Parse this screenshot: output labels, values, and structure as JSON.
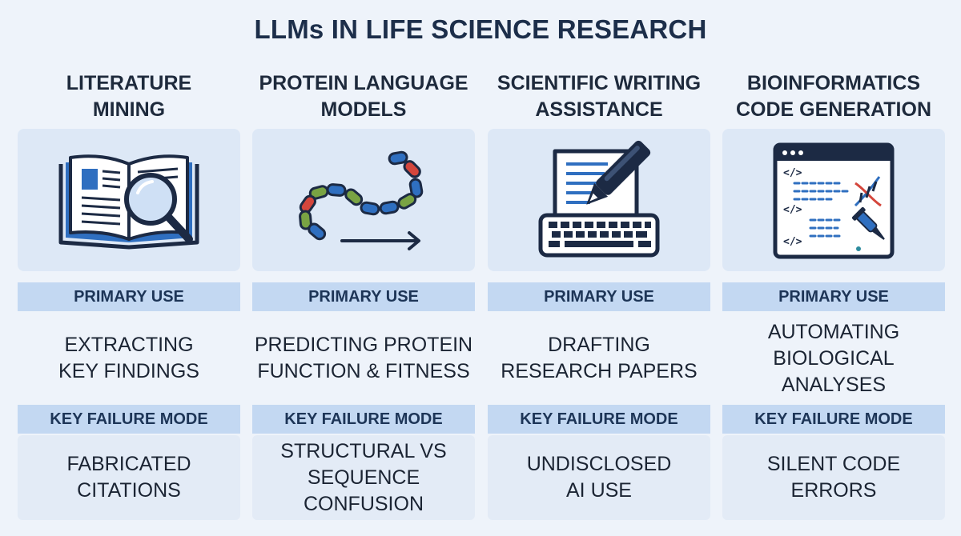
{
  "title": "LLMs IN LIFE SCIENCE RESEARCH",
  "labels": {
    "primary_use": "PRIMARY USE",
    "key_failure_mode": "KEY FAILURE MODE"
  },
  "columns": [
    {
      "heading": [
        "LITERATURE",
        "MINING"
      ],
      "icon": "book-magnifier-icon",
      "primary_use": [
        "EXTRACTING",
        "KEY FINDINGS"
      ],
      "failure": [
        "FABRICATED",
        "CITATIONS"
      ]
    },
    {
      "heading": [
        "PROTEIN LANGUAGE",
        "MODELS"
      ],
      "icon": "protein-chain-icon",
      "primary_use": [
        "PREDICTING PROTEIN",
        "FUNCTION & FITNESS"
      ],
      "failure": [
        "STRUCTURAL VS",
        "SEQUENCE",
        "CONFUSION"
      ]
    },
    {
      "heading": [
        "SCIENTIFIC WRITING",
        "ASSISTANCE"
      ],
      "icon": "pen-keyboard-icon",
      "primary_use": [
        "DRAFTING",
        "RESEARCH PAPERS"
      ],
      "failure": [
        "UNDISCLOSED",
        "AI USE"
      ]
    },
    {
      "heading": [
        "BIOINFORMATICS",
        "CODE GENERATION"
      ],
      "icon": "code-window-dna-icon",
      "primary_use": [
        "AUTOMATING",
        "BIOLOGICAL",
        "ANALYSES"
      ],
      "failure": [
        "SILENT CODE",
        "ERRORS"
      ]
    }
  ],
  "code_tag": "</>",
  "colors": {
    "background": "#eef3fa",
    "card": "#dde8f6",
    "band": "#c3d8f2",
    "navy": "#1c2a44",
    "blue": "#2f6fc0",
    "green": "#79a343",
    "red": "#d4463c",
    "teal": "#2d8c9e"
  }
}
